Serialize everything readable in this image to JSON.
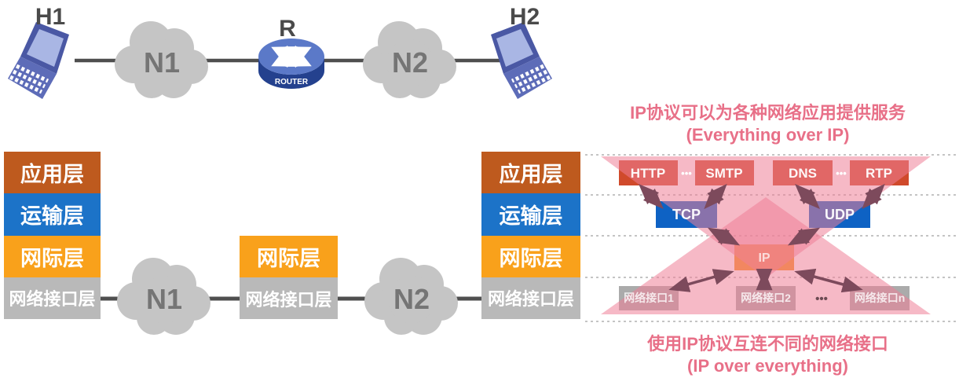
{
  "topology": {
    "host1_label": "H1",
    "host2_label": "H2",
    "router_label": "R",
    "router_caption": "ROUTER",
    "network1_label": "N1",
    "network2_label": "N2"
  },
  "stacks": {
    "host_layers": [
      "应用层",
      "运输层",
      "网际层",
      "网络接口层"
    ],
    "router_layers": [
      "网际层",
      "网络接口层"
    ],
    "network1_label": "N1",
    "network2_label": "N2"
  },
  "hourglass": {
    "top_caption_zh": "IP协议可以为各种网络应用提供服务",
    "top_caption_en": "(Everything over IP)",
    "bottom_caption_zh": "使用IP协议互连不同的网络接口",
    "bottom_caption_en": "(IP over everything)",
    "app_protocols": [
      "HTTP",
      "SMTP",
      "DNS",
      "RTP"
    ],
    "transport_protocols": [
      "TCP",
      "UDP"
    ],
    "network_protocol": "IP",
    "interfaces": [
      "网络接口1",
      "网络接口2",
      "网络接口n"
    ],
    "ellipsis": "•••"
  },
  "colors": {
    "layer_app": "#BE5A1E",
    "layer_transport": "#1C73C8",
    "layer_internet": "#F9A11B",
    "layer_netif": "#B9B9B9",
    "caption_pink": "#E87088",
    "triangle_pink": "#EE8098",
    "app_protocol_box": "#D04A2B",
    "transport_box": "#0E62C4",
    "ip_box": "#F6911E",
    "interface_box": "#ABABAB",
    "arrow": "#7D4A5C",
    "cloud": "#C5C5C5",
    "link_line": "#4F4F4F"
  }
}
